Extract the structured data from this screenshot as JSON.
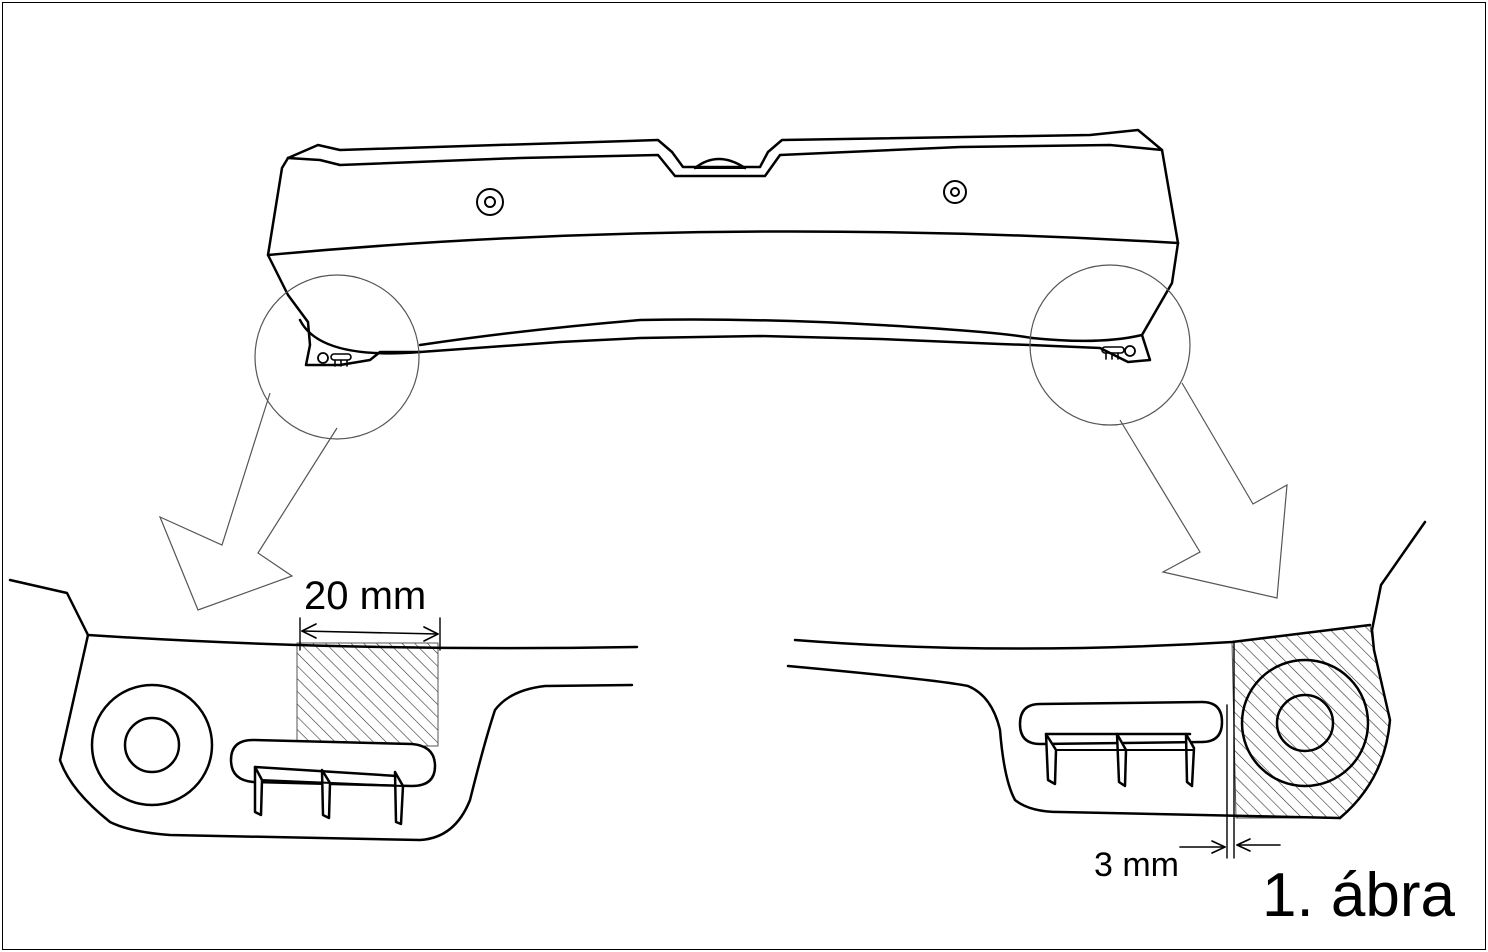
{
  "figure": {
    "title": "1. ábra",
    "dimension_left": "20 mm",
    "dimension_right": "3 mm"
  },
  "colors": {
    "line": "#000000",
    "detail_circle": "#555555",
    "hatch": "#333333"
  }
}
